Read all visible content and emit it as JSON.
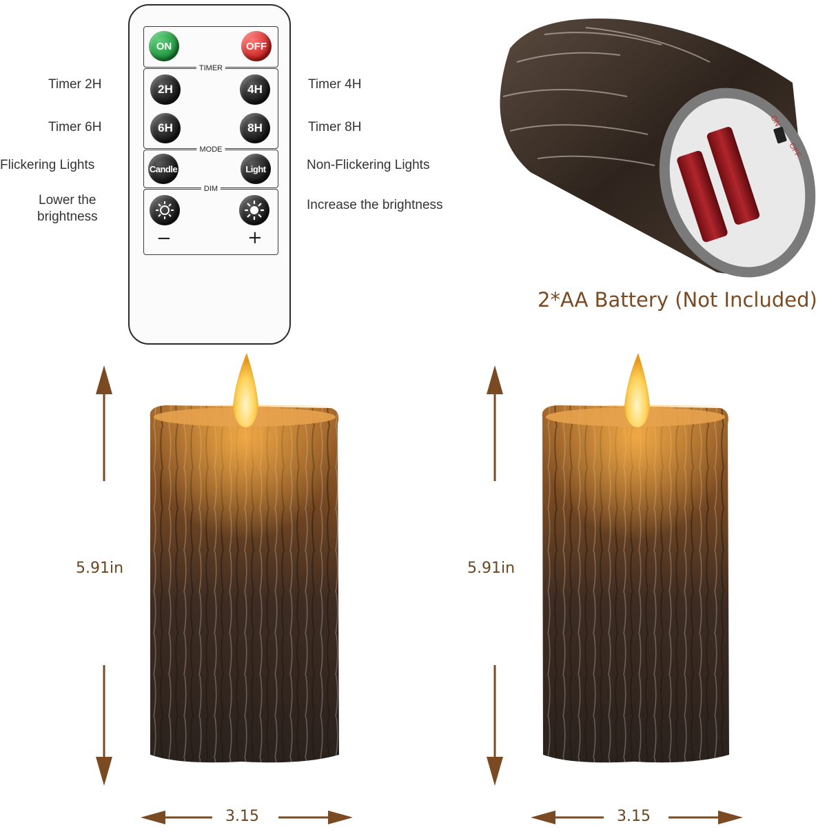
{
  "remote": {
    "on_label": "ON",
    "off_label": "OFF",
    "timer_title": "TIMER",
    "btn_2h": "2H",
    "btn_4h": "4H",
    "btn_6h": "6H",
    "btn_8h": "8H",
    "mode_title": "MODE",
    "btn_candle": "Candle",
    "btn_light": "Light",
    "dim_title": "DIM",
    "minus": "−",
    "plus": "+"
  },
  "labels": {
    "timer_2h": "Timer 2H",
    "timer_4h": "Timer 4H",
    "timer_6h": "Timer 6H",
    "timer_8h": "Timer 8H",
    "flickering": "Flickering Lights",
    "non_flickering": "Non-Flickering Lights",
    "lower_1": "Lower the",
    "lower_2": "brightness",
    "increase": "Increase the brightness"
  },
  "battery": {
    "caption": "2*AA Battery (Not Included)",
    "switch_on": "ON",
    "switch_off": "OFF"
  },
  "dimensions": {
    "height_left": "5.91in",
    "height_right": "5.91in",
    "width_left": "3.15",
    "width_right": "3.15"
  },
  "colors": {
    "arrow": "#7a4b22",
    "caption": "#7b4a22",
    "bark": "#3a2a20"
  }
}
